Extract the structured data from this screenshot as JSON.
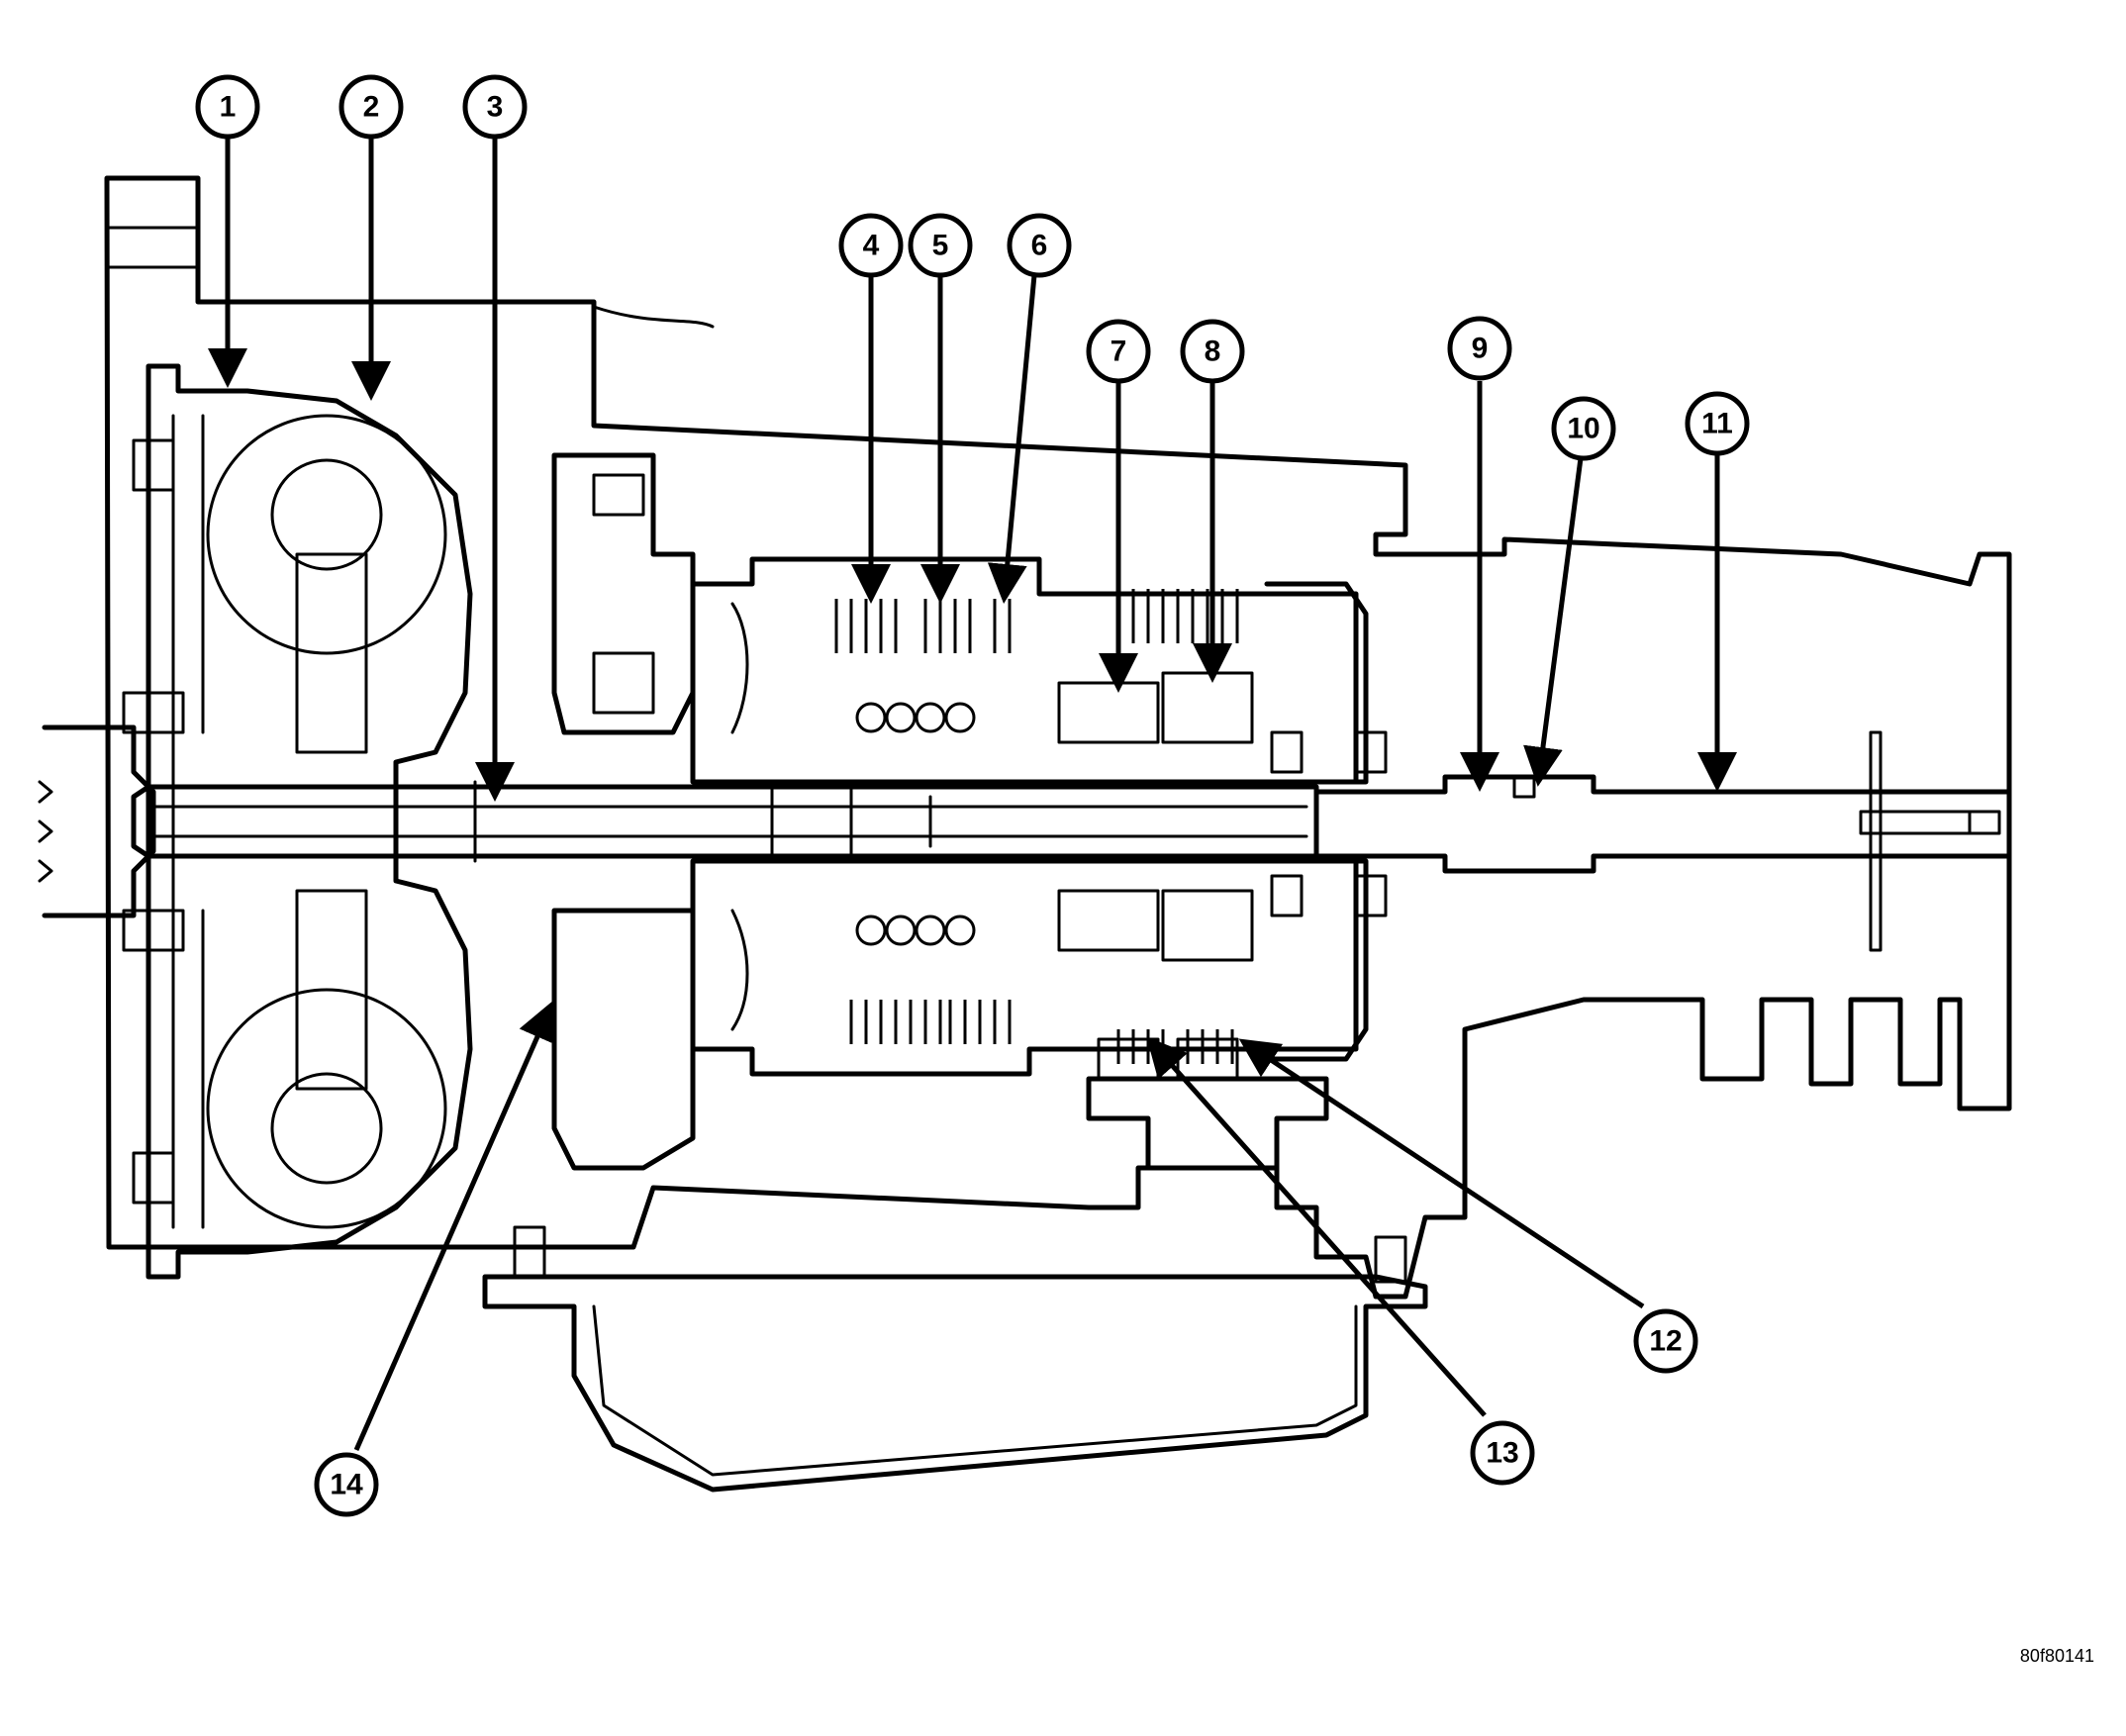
{
  "figure": {
    "id_label": "80f80141",
    "ink_color": "#000000",
    "paper_color": "#ffffff"
  },
  "callouts": [
    {
      "number": "1"
    },
    {
      "number": "2"
    },
    {
      "number": "3"
    },
    {
      "number": "4"
    },
    {
      "number": "5"
    },
    {
      "number": "6"
    },
    {
      "number": "7"
    },
    {
      "number": "8"
    },
    {
      "number": "9"
    },
    {
      "number": "10"
    },
    {
      "number": "11"
    },
    {
      "number": "12"
    },
    {
      "number": "13"
    },
    {
      "number": "14"
    }
  ]
}
